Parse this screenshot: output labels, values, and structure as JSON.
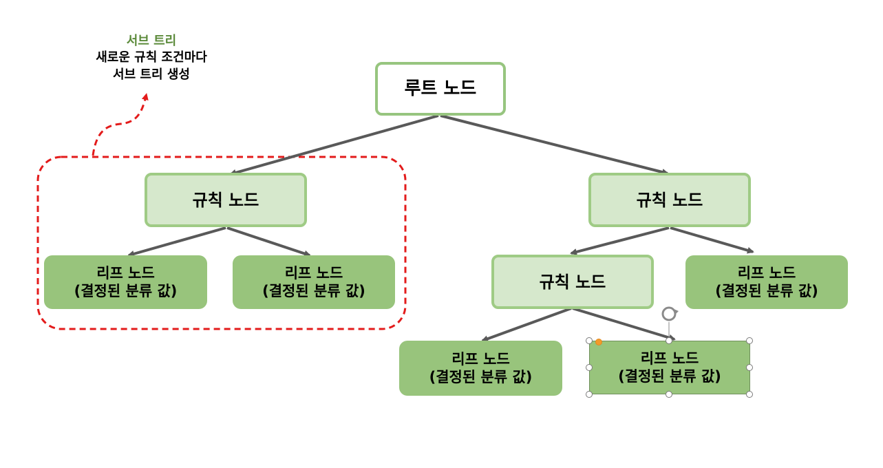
{
  "annotation": {
    "title": "서브 트리",
    "line1": "새로운 규칙 조건마다",
    "line2": "서브 트리 생성"
  },
  "nodes": {
    "root": "루트 노드",
    "rule_left": "규칙 노드",
    "rule_right": "규칙 노드",
    "rule_inner": "규칙 노드",
    "leaf_line1": "리프 노드",
    "leaf_line2": "(결정된 분류 값)"
  },
  "colors": {
    "root_border": "#97c57f",
    "rule_fill": "#d6e8cc",
    "rule_border": "#9fcb85",
    "leaf_fill": "#98c47c",
    "edge": "#595959",
    "subtree_outline": "#e31b1b",
    "annotation_title": "#5b8a3a"
  }
}
